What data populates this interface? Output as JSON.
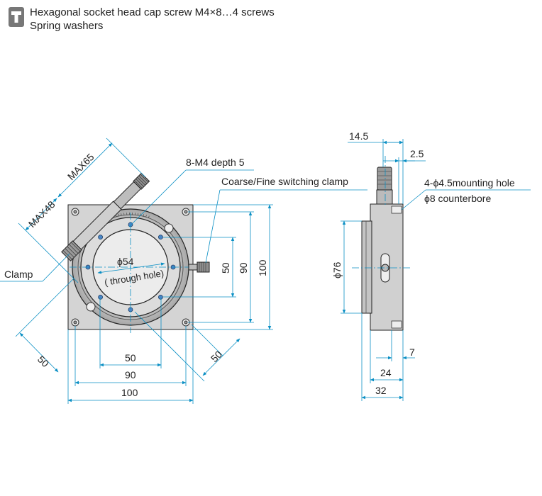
{
  "header": {
    "icon": "screw-kit-icon",
    "line1": "Hexagonal socket head cap screw M4×8…4 screws",
    "line2": "Spring washers"
  },
  "colors": {
    "dimension": "#0a8fc4",
    "outline": "#222222",
    "metal": "#c9c9c9",
    "metal_dark": "#8f8f8f",
    "screw": "#4a86c6"
  },
  "labels": {
    "max48": "MAX48",
    "max65": "MAX65",
    "clamp": "Clamp",
    "m4": "8-M4 depth 5",
    "switch_clamp": "Coarse/Fine switching clamp",
    "phi54": "ϕ54",
    "through_hole": "( through hole)",
    "mounting_hole": "4-ϕ4.5mounting hole",
    "counterbore": "ϕ8 counterbore",
    "phi76": "ϕ76"
  },
  "dimensions": {
    "d50_diag_left": "50",
    "d50_diag_right": "50",
    "d50_bottom": "50",
    "d90_bottom": "90",
    "d100_bottom": "100",
    "d50_right": "50",
    "d90_right": "90",
    "d100_right": "100",
    "d14_5": "14.5",
    "d2_5": "2.5",
    "d7": "7",
    "d24": "24",
    "d32": "32"
  }
}
